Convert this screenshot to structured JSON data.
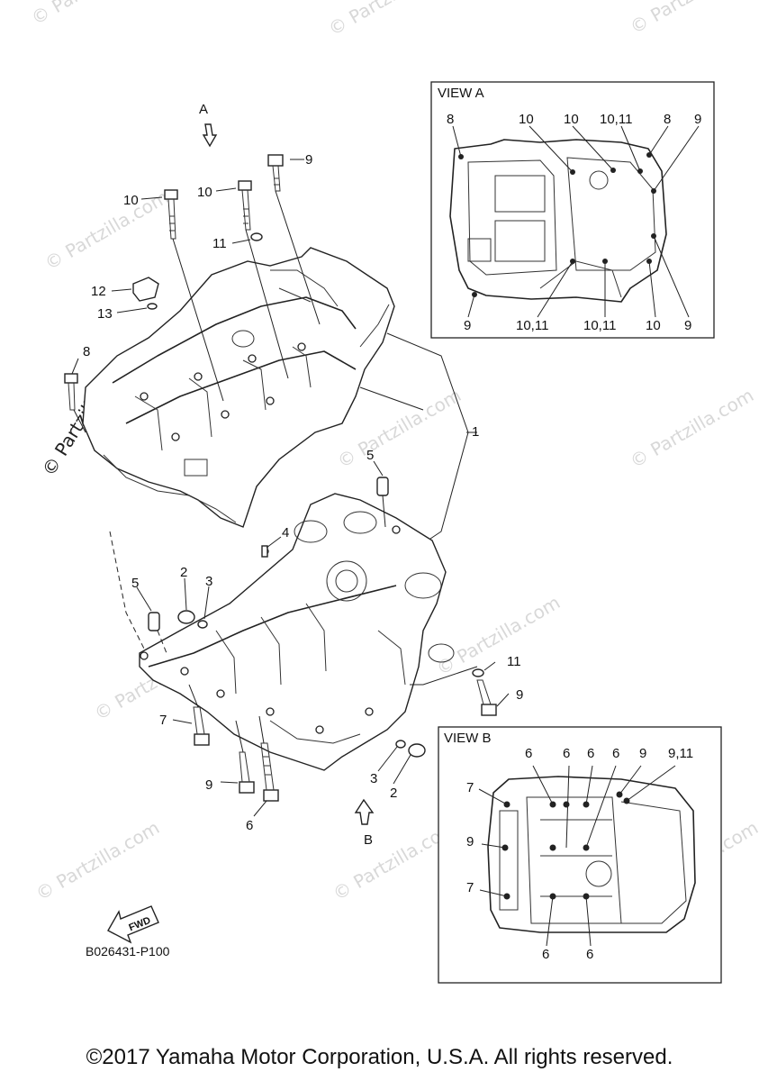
{
  "watermarks": [
    "© Partzilla.com",
    "© Partzilla.com",
    "© Partzilla.com",
    "© Partzilla.com",
    "© Partzilla.com",
    "© Partzilla.com",
    "© Partzilla.com",
    "© Partzilla.com",
    "© Partzilla.com",
    "© Partzilla.com",
    "© Partzilla.com"
  ],
  "side_watermark": "© Partzilla.com",
  "view_a": {
    "title": "VIEW A",
    "top_labels": [
      "8",
      "10",
      "10",
      "10,11",
      "8",
      "9"
    ],
    "bottom_labels": [
      "9",
      "10,11",
      "10,11",
      "10",
      "9"
    ]
  },
  "view_b": {
    "title": "VIEW B",
    "top_labels": [
      "6",
      "6",
      "6",
      "6",
      "9",
      "9,11"
    ],
    "left_labels": [
      "7",
      "9",
      "7"
    ],
    "bottom_labels": [
      "6",
      "6"
    ]
  },
  "arrows": {
    "a": "A",
    "b": "B",
    "fwd": "FWD"
  },
  "callouts": {
    "c1": "1",
    "c2a": "2",
    "c2b": "2",
    "c3a": "3",
    "c3b": "3",
    "c4": "4",
    "c5a": "5",
    "c5b": "5",
    "c6": "6",
    "c7": "7",
    "c8": "8",
    "c9a": "9",
    "c9b": "9",
    "c9c": "9",
    "c10a": "10",
    "c10b": "10",
    "c11a": "11",
    "c11b": "11",
    "c12": "12",
    "c13": "13"
  },
  "diagram_code": "B026431-P100",
  "footer": "©2017 Yamaha Motor Corporation, U.S.A. All rights reserved."
}
